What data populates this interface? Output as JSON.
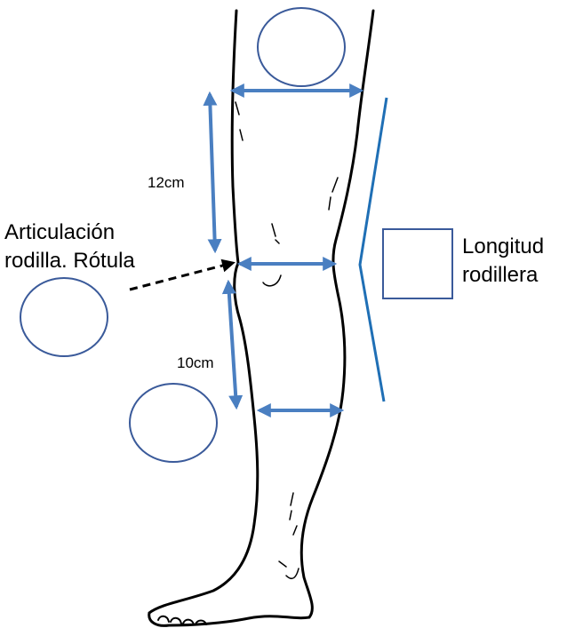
{
  "labels": {
    "joint_line1": "Articulación",
    "joint_line2": "rodilla. Rótula",
    "length_line1": "Longitud",
    "length_line2": "rodillera",
    "upper_distance": "12cm",
    "lower_distance": "10cm"
  },
  "colors": {
    "arrow": "#4a7fc1",
    "ellipse": "#3a5a9a",
    "knee_brace_line": "#1f6fb5",
    "outline": "#000000"
  }
}
